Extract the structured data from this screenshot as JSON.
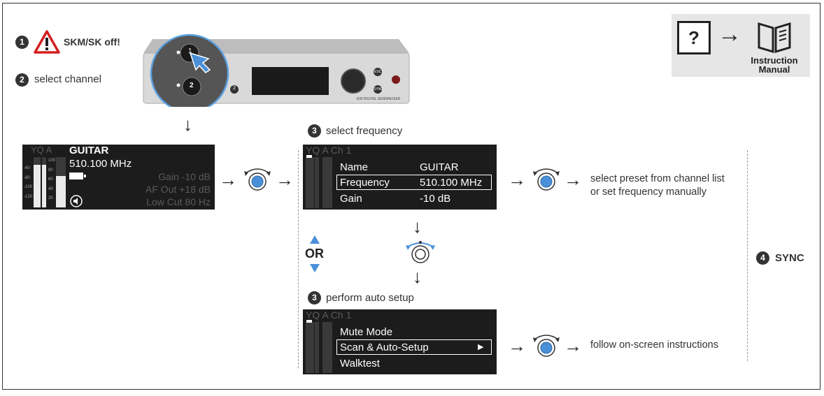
{
  "steps": {
    "s1": {
      "num": "1",
      "text": "SKM/SK off!"
    },
    "s2": {
      "num": "2",
      "text": "select channel"
    },
    "s3a": {
      "num": "3",
      "text": "select frequency"
    },
    "s3b": {
      "num": "3",
      "text": "perform auto setup"
    },
    "s4": {
      "num": "4",
      "text": "SYNC"
    }
  },
  "or_label": "OR",
  "help": {
    "line1": "Instruction",
    "line2": "Manual",
    "question": "?"
  },
  "device": {
    "btn1": "1",
    "btn2": "2",
    "small2": "2",
    "esc": "ESC",
    "sync": "SYNC",
    "brand": "EW-DIGITAL  SENNHEISER"
  },
  "home_screen": {
    "meter_labels": "YQ  A",
    "name": "GUITAR",
    "freq": "510.100 MHz",
    "gain": "Gain  -10 dB",
    "af_out": "AF Out  +18 dB",
    "low_cut": "Low Cut  80 Hz",
    "scale_left": [
      "-60",
      "-80",
      "-100",
      "-120"
    ],
    "scale_mid": [
      "100",
      "80",
      "60",
      "40",
      "20"
    ]
  },
  "menu_screen": {
    "header": "YQ  A  Ch 1",
    "items": [
      {
        "label": "Name",
        "value": "GUITAR"
      },
      {
        "label": "Frequency",
        "value": "510.100 MHz"
      },
      {
        "label": "Gain",
        "value": "-10 dB"
      }
    ]
  },
  "setup_screen": {
    "header": "YQ  A  Ch 1",
    "items": [
      {
        "label": "Mute Mode"
      },
      {
        "label": "Scan & Auto-Setup",
        "arrow": "▶"
      },
      {
        "label": "Walktest"
      }
    ]
  },
  "results": {
    "freq_line1": "select preset from channel list",
    "freq_line2": "or set frequency manually",
    "setup": "follow on-screen instructions"
  }
}
